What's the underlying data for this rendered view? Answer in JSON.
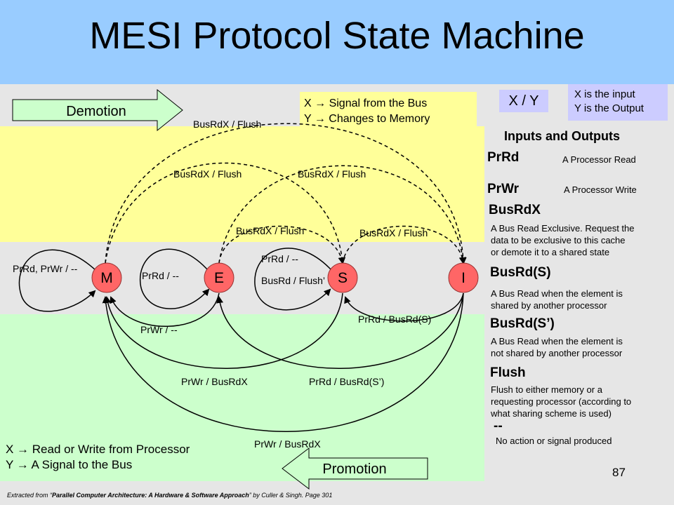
{
  "title": "MESI Protocol State Machine",
  "legend_bus": {
    "line1": "X → Signal from the Bus",
    "line2": "Y → Changes to Memory"
  },
  "legend_processor": {
    "line1": "X → Read or Write from Processor",
    "line2": "Y → A Signal to the Bus"
  },
  "xy_box": "X / Y",
  "xy_note": {
    "line1": "X is the input",
    "line2": "Y is the Output"
  },
  "arrows": {
    "demotion": "Demotion",
    "promotion": "Promotion"
  },
  "states": {
    "m": "M",
    "e": "E",
    "s": "S",
    "i": "I"
  },
  "transitions": {
    "m_self": "PrRd, PrWr / --",
    "e_self": "PrRd / --",
    "s_self_1": "PrRd / --",
    "s_self_2": "BusRd / Flush’",
    "m_to_i": "BusRdX / Flush",
    "m_to_s": "BusRdX / Flush",
    "e_to_i": "BusRdX / Flush",
    "e_to_s": "BusRdX / Flush",
    "s_to_i": "BusRdX / Flush",
    "e_to_m": "PrWr / --",
    "s_to_m": "PrWr / BusRdX",
    "i_to_e": "PrRd / BusRd(S’)",
    "i_to_s": "PrRd / BusRd(S)",
    "i_to_m": "PrWr / BusRdX"
  },
  "io": {
    "heading": "Inputs and Outputs",
    "items": [
      {
        "term": "PrRd",
        "desc": "A Processor Read"
      },
      {
        "term": "PrWr",
        "desc": "A Processor Write"
      },
      {
        "term": "BusRdX",
        "desc1": "A Bus Read Exclusive. Request the",
        "desc2": "data to be exclusive to this cache",
        "desc3": "or demote it to a shared state"
      },
      {
        "term": "BusRd(S)",
        "desc1": "A Bus Read when the element is",
        "desc2": "shared by another processor"
      },
      {
        "term": "BusRd(S’)",
        "desc1": "A Bus Read when the element is",
        "desc2": "not shared by another processor"
      },
      {
        "term": "Flush",
        "desc1": "Flush to either memory or a",
        "desc2": "requesting processor (according to",
        "desc3": "what sharing scheme is used)"
      },
      {
        "term": "--",
        "desc": "No action or signal produced"
      }
    ]
  },
  "page_number": "87",
  "footnote": {
    "prefix": "Extracted from “",
    "book": "Parallel Computer Architecture: A Hardware & Software Approach",
    "suffix": "” by Culler & Singh. Page 301"
  },
  "colors": {
    "title_band": "#99ccff",
    "bus_band": "#ffff99",
    "processor_band": "#ccffcc",
    "state_fill": "#ff6666",
    "note_box": "#ccccff"
  }
}
